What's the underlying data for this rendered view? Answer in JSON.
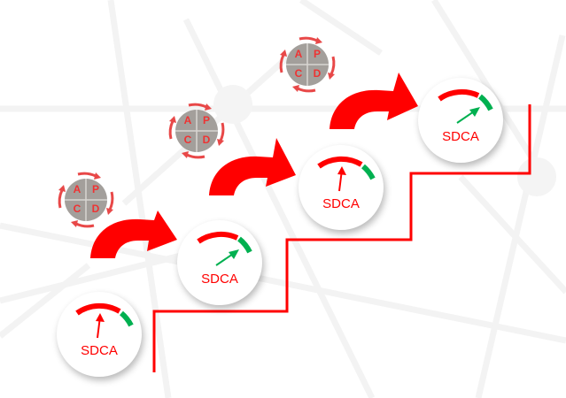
{
  "diagram": {
    "title": "",
    "colors": {
      "accent_red": "#ff0000",
      "pdca_arrow_red": "#e84848",
      "pdca_circle_gray": "#a39f9b",
      "gauge_green": "#00b050",
      "background": "#ffffff",
      "background_lines": "#f2f2f2"
    },
    "pdca_cycles": [
      {
        "id": "pdca-1",
        "quadrants": {
          "top_left": "A",
          "top_right": "P",
          "bottom_left": "C",
          "bottom_right": "D"
        }
      },
      {
        "id": "pdca-2",
        "quadrants": {
          "top_left": "A",
          "top_right": "P",
          "bottom_left": "C",
          "bottom_right": "D"
        }
      },
      {
        "id": "pdca-3",
        "quadrants": {
          "top_left": "A",
          "top_right": "P",
          "bottom_left": "C",
          "bottom_right": "D"
        }
      }
    ],
    "sdca_steps": [
      {
        "id": "sdca-1",
        "label": "SDCA",
        "needle": "red-up-arrow-icon"
      },
      {
        "id": "sdca-2",
        "label": "SDCA",
        "needle": "green-diagonal-arrow-icon"
      },
      {
        "id": "sdca-3",
        "label": "SDCA",
        "needle": "red-up-arrow-icon"
      },
      {
        "id": "sdca-4",
        "label": "SDCA",
        "needle": "green-diagonal-arrow-icon"
      }
    ],
    "connectors": [
      "curved-arrow-icon",
      "curved-arrow-icon",
      "curved-arrow-icon"
    ],
    "staircase": "red-staircase-line"
  }
}
